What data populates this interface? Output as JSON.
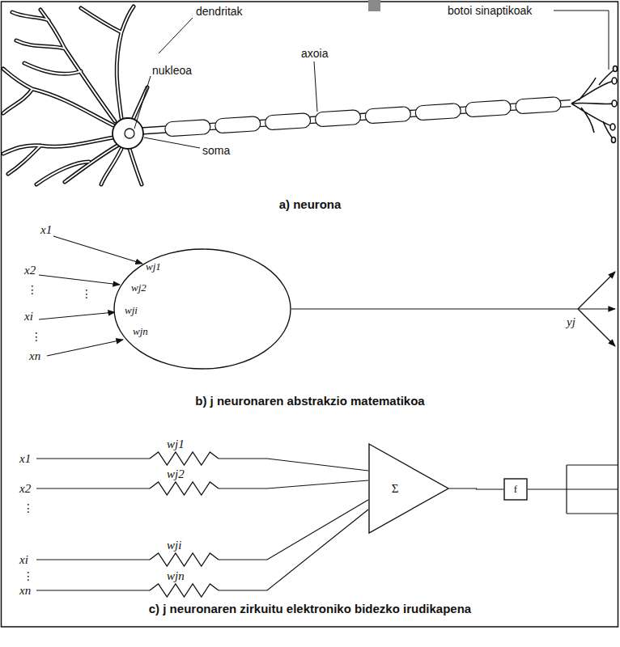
{
  "diagram": {
    "nodes": [
      {
        "text": [
          "wj1",
          "wj2",
          "wji",
          "wjn"
        ]
      },
      {
        "text": [
          "Σ"
        ]
      },
      {
        "text": [
          "f"
        ]
      }
    ],
    "edges": [
      {
        "from": 1,
        "to": 2,
        "arrow": "none"
      }
    ],
    "labels": [
      "dendritak",
      "nukleoa",
      "axoia",
      "botoi sinaptikoak",
      "soma",
      "a) neurona",
      "x1",
      "x2",
      "⋮",
      "xi",
      "⋮",
      "xn",
      "⋮",
      "yj",
      "b) j neuronaren abstrakzio matematikoa",
      "x1",
      "x2",
      "⋮",
      "xi",
      "⋮",
      "xn",
      "wj1",
      "wj2",
      "wji",
      "wjn",
      "c) j neuronaren zirkuitu elektroniko bidezko irudikapena"
    ]
  }
}
